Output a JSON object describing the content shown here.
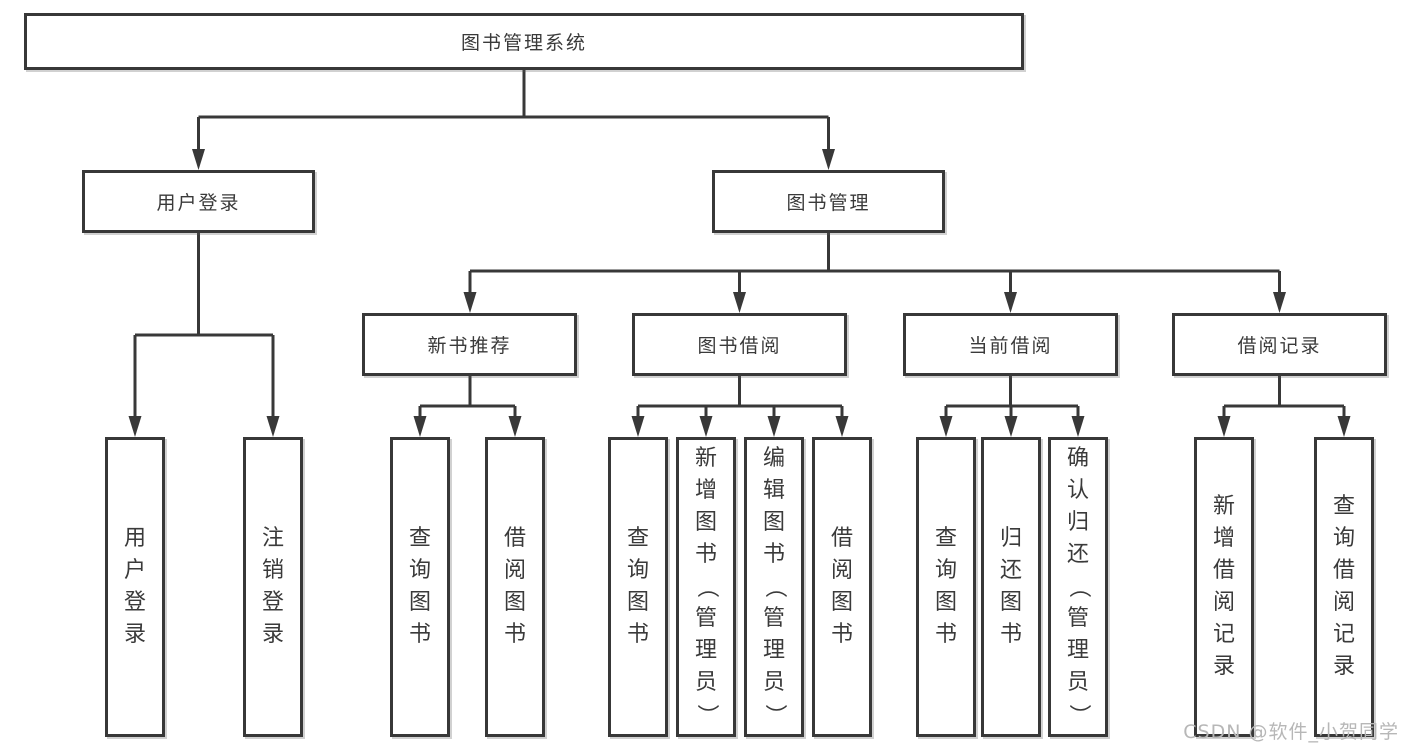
{
  "diagram": {
    "title": "图书管理系统",
    "root": {
      "label": "图书管理系统",
      "children": [
        "用户登录",
        "图书管理"
      ]
    },
    "level2": [
      {
        "label": "用户登录",
        "children": [
          "用户登录",
          "注销登录"
        ]
      },
      {
        "label": "图书管理",
        "children": [
          "新书推荐",
          "图书借阅",
          "当前借阅",
          "借阅记录"
        ]
      }
    ],
    "level3": [
      {
        "label": "新书推荐",
        "children": [
          "查询图书",
          "借阅图书"
        ]
      },
      {
        "label": "图书借阅",
        "children": [
          "查询图书",
          "新增图书（管理员）",
          "编辑图书（管理员）",
          "借阅图书"
        ]
      },
      {
        "label": "当前借阅",
        "children": [
          "查询图书",
          "归还图书",
          "确认归还（管理员）"
        ]
      },
      {
        "label": "借阅记录",
        "children": [
          "新增借阅记录",
          "查询借阅记录"
        ]
      }
    ],
    "leaves": {
      "user_login": [
        "用户登录",
        "注销登录"
      ],
      "new_books": [
        "查询图书",
        "借阅图书"
      ],
      "borrowing": [
        "查询图书",
        "新增图书（管理员）",
        "编辑图书（管理员）",
        "借阅图书"
      ],
      "current": [
        "查询图书",
        "归还图书",
        "确认归还（管理员）"
      ],
      "records": [
        "新增借阅记录",
        "查询借阅记录"
      ]
    }
  },
  "watermark": "CSDN @软件_小贺同学",
  "colors": {
    "line": "#383838",
    "box_border": "#383838",
    "box_background": "#ffffff",
    "text": "#3a3a3a",
    "watermark": "#b7b7b7"
  }
}
